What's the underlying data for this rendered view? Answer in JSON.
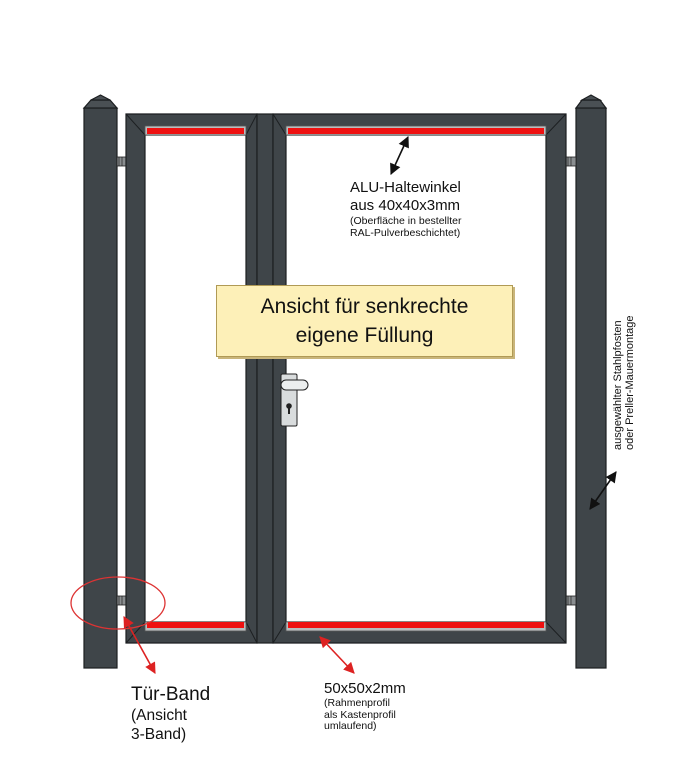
{
  "banner": {
    "line1": "Ansicht für senkrechte",
    "line2": "eigene Füllung"
  },
  "alu_label": {
    "line1": "ALU-Haltewinkel",
    "line2": "aus 40x40x3mm",
    "line3": "(Oberfläche in bestellter",
    "line4": "RAL-Pulverbeschichtet)"
  },
  "band_label": {
    "line1": "Tür-Band",
    "line2": "(Ansicht",
    "line3": "3-Band)"
  },
  "profile_label": {
    "line1": "50x50x2mm",
    "line2": "(Rahmenprofil",
    "line3": "als Kastenprofil",
    "line4": "umlaufend)"
  },
  "post_label": {
    "line1": "ausgewählter Stahlpfosten",
    "line2": "oder Preller-Mauermontage"
  },
  "colors": {
    "frame": "#3f4549",
    "frame_outline": "#1c1f21",
    "fill_bar": "#ee1111",
    "bracket_gray": "#b8bcbe",
    "arrow_black": "#111111",
    "arrow_red": "#dd2222",
    "hinge_circle": "#dd3333",
    "banner_bg": "#fdf0b8"
  }
}
